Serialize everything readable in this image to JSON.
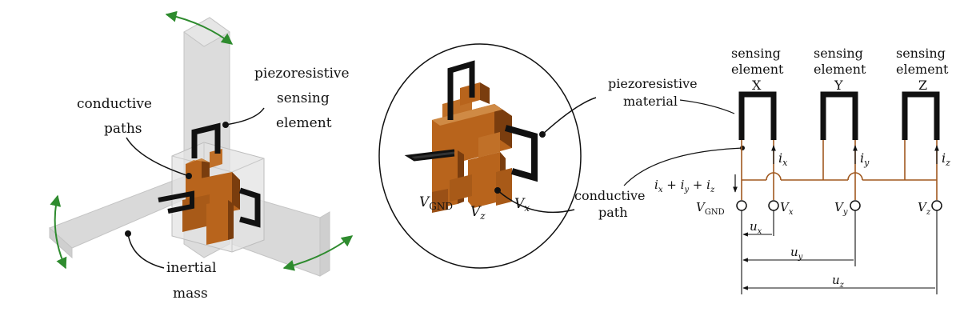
{
  "colors": {
    "copper": "#b8641c",
    "copper_dark": "#7a3d0e",
    "copper_light": "#cf8a45",
    "frame": "#d7d7d7",
    "frame_edge": "#bdbdbd",
    "arrow_green": "#2e8b2e",
    "black": "#111111",
    "wire": "#a0581f"
  },
  "left_panel": {
    "label_piezo_1": "piezoresistive",
    "label_piezo_2": "sensing",
    "label_piezo_3": "element",
    "label_cond_1": "conductive",
    "label_cond_2": "paths",
    "label_mass_1": "inertial",
    "label_mass_2": "mass"
  },
  "middle_panel": {
    "label_material_1": "piezoresistive",
    "label_material_2": "material",
    "label_path_1": "conductive",
    "label_path_2": "path",
    "v_gnd": "V",
    "v_gnd_sub": "GND",
    "v_z": "V",
    "v_z_sub": "z",
    "v_x": "V",
    "v_x_sub": "x"
  },
  "right_panel": {
    "sensing_x": [
      "sensing",
      "element",
      "X"
    ],
    "sensing_y": [
      "sensing",
      "element",
      "Y"
    ],
    "sensing_z": [
      "sensing",
      "element",
      "Z"
    ],
    "i_x": "i",
    "i_x_sub": "x",
    "i_y": "i",
    "i_y_sub": "y",
    "i_z": "i",
    "i_z_sub": "z",
    "sum_current": "i",
    "v_gnd": "V",
    "v_gnd_sub": "GND",
    "v_x": "V",
    "v_x_sub": "x",
    "v_y": "V",
    "v_y_sub": "y",
    "v_z": "V",
    "v_z_sub": "z",
    "u_x": "u",
    "u_x_sub": "x",
    "u_y": "u",
    "u_y_sub": "y",
    "u_z": "u",
    "u_z_sub": "z"
  }
}
